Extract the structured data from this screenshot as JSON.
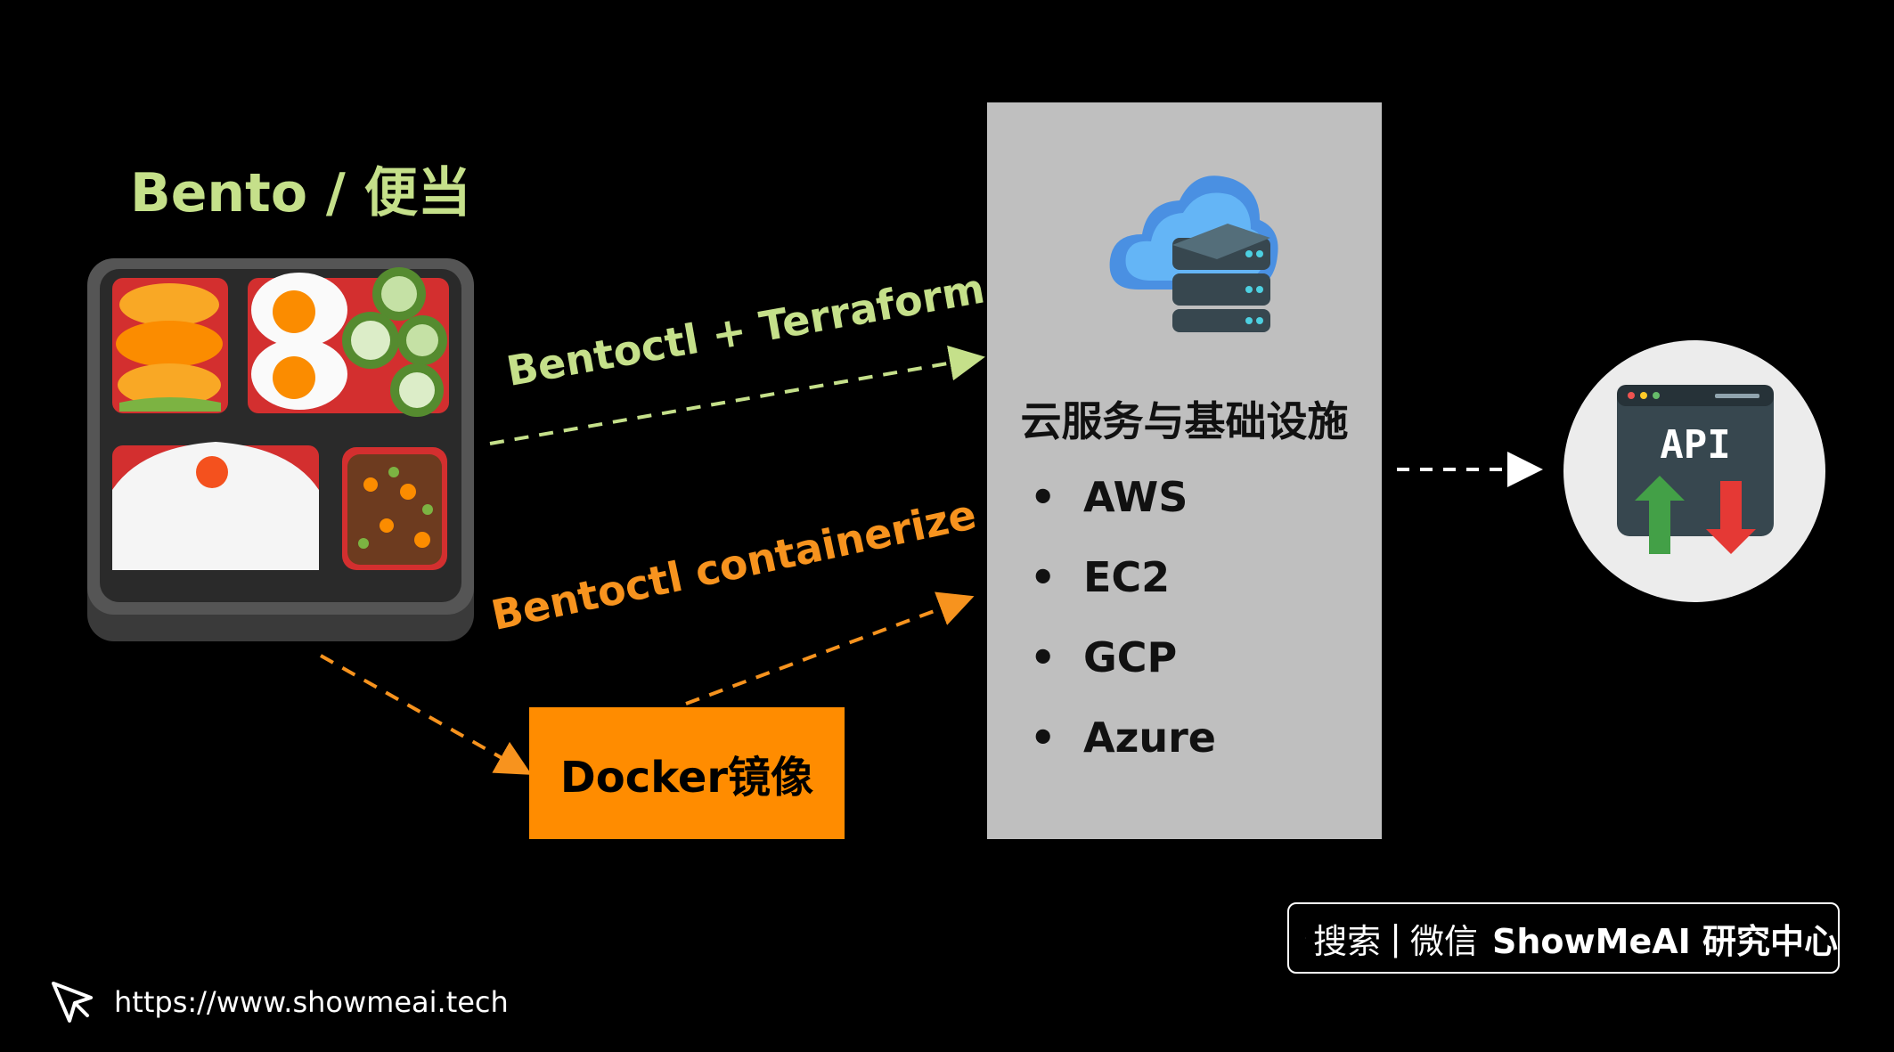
{
  "bento": {
    "title": "Bento / 便当"
  },
  "flows": {
    "terraform_label": "Bentoctl + Terraform",
    "containerize_label": "Bentoctl containerize"
  },
  "docker": {
    "label": "Docker镜像"
  },
  "cloud": {
    "title": "云服务与基础设施",
    "items": [
      "AWS",
      "EC2",
      "GCP",
      "Azure"
    ]
  },
  "api": {
    "label": "API"
  },
  "footer": {
    "search_label": "搜索",
    "separator": "|",
    "wechat_label": "微信",
    "brand": "ShowMeAI 研究中心",
    "url": "https://www.showmeai.tech"
  },
  "colors": {
    "background": "#000000",
    "green": "#c5e08a",
    "orange": "#f7931e",
    "docker_box": "#ff8c00",
    "panel": "#bfbfbf"
  },
  "icons": [
    "bento-box-icon",
    "cloud-server-icon",
    "api-icon",
    "search-icon",
    "cursor-icon"
  ]
}
